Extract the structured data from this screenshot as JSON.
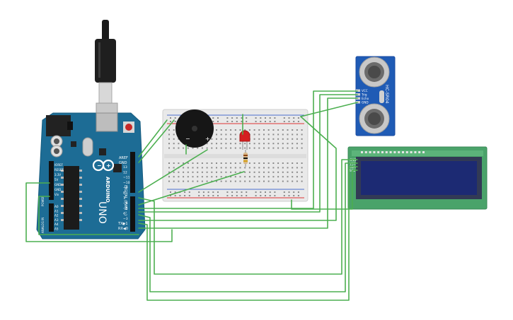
{
  "arduino": {
    "logo_text": "ARDUINO",
    "model_text": "UNO",
    "label_aref": "AREF",
    "label_gnd": "GND",
    "digital_label": "DIGITAL (PWM ~)",
    "power_label": "POWER",
    "analog_label": "ANALOG IN",
    "tx_label": "TX▶1",
    "rx_label": "RX◀0",
    "digital_pins": [
      "13",
      "12",
      "~11",
      "~10",
      "~9",
      "8",
      "7",
      "~6",
      "~5",
      "4",
      "~3",
      "2"
    ],
    "power_pins": [
      "IOREF",
      "RESET",
      "3.3V",
      "5V",
      "GND",
      "GND",
      "Vin"
    ],
    "analog_pins": [
      "A0",
      "A1",
      "A2",
      "A3",
      "A4",
      "A5"
    ]
  },
  "sensor": {
    "model_text": "HC-SR04",
    "pins": [
      "VCC",
      "Trig",
      "Echo",
      "GND"
    ]
  },
  "lcd": {
    "pins": [
      "GND",
      "VCC",
      "SDA",
      "SCL"
    ]
  },
  "buzzer": {
    "minus": "−",
    "plus": "+"
  },
  "colors": {
    "wire": "#4caf50",
    "arduino_board": "#1d6c95",
    "breadboard": "#e9e9e9",
    "lcd_pcb": "#4aa36a",
    "lcd_screen": "#1c2a73",
    "sensor_pcb": "#1f5bb5",
    "led": "#d42020"
  }
}
